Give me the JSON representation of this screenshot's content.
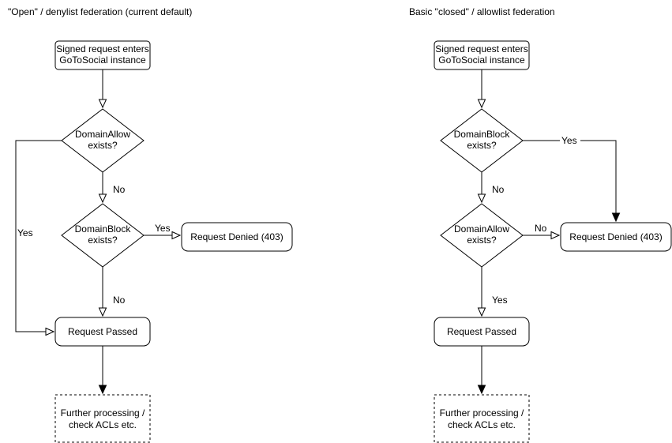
{
  "colors": {
    "shape_fill": "#ffffff",
    "stroke": "#000000",
    "text": "#000000",
    "background": "#ffffff"
  },
  "left": {
    "title": "\"Open\" / denylist federation (current default)",
    "nodes": {
      "start": {
        "line1": "Signed request enters",
        "line2": "GoToSocial instance"
      },
      "domain_allow": {
        "line1": "DomainAllow",
        "line2": "exists?"
      },
      "domain_block": {
        "line1": "DomainBlock",
        "line2": "exists?"
      },
      "denied": {
        "label": "Request Denied (403)"
      },
      "passed": {
        "label": "Request Passed"
      },
      "further": {
        "line1": "Further processing /",
        "line2": "check ACLs etc."
      }
    },
    "edges": {
      "allow_no": "No",
      "allow_yes": "Yes",
      "block_yes": "Yes",
      "block_no": "No"
    }
  },
  "right": {
    "title": "Basic \"closed\" / allowlist federation",
    "nodes": {
      "start": {
        "line1": "Signed request enters",
        "line2": "GoToSocial instance"
      },
      "domain_block": {
        "line1": "DomainBlock",
        "line2": "exists?"
      },
      "domain_allow": {
        "line1": "DomainAllow",
        "line2": "exists?"
      },
      "denied": {
        "label": "Request Denied (403)"
      },
      "passed": {
        "label": "Request Passed"
      },
      "further": {
        "line1": "Further processing /",
        "line2": "check ACLs etc."
      }
    },
    "edges": {
      "block_yes": "Yes",
      "block_no": "No",
      "allow_no": "No",
      "allow_yes": "Yes"
    }
  }
}
